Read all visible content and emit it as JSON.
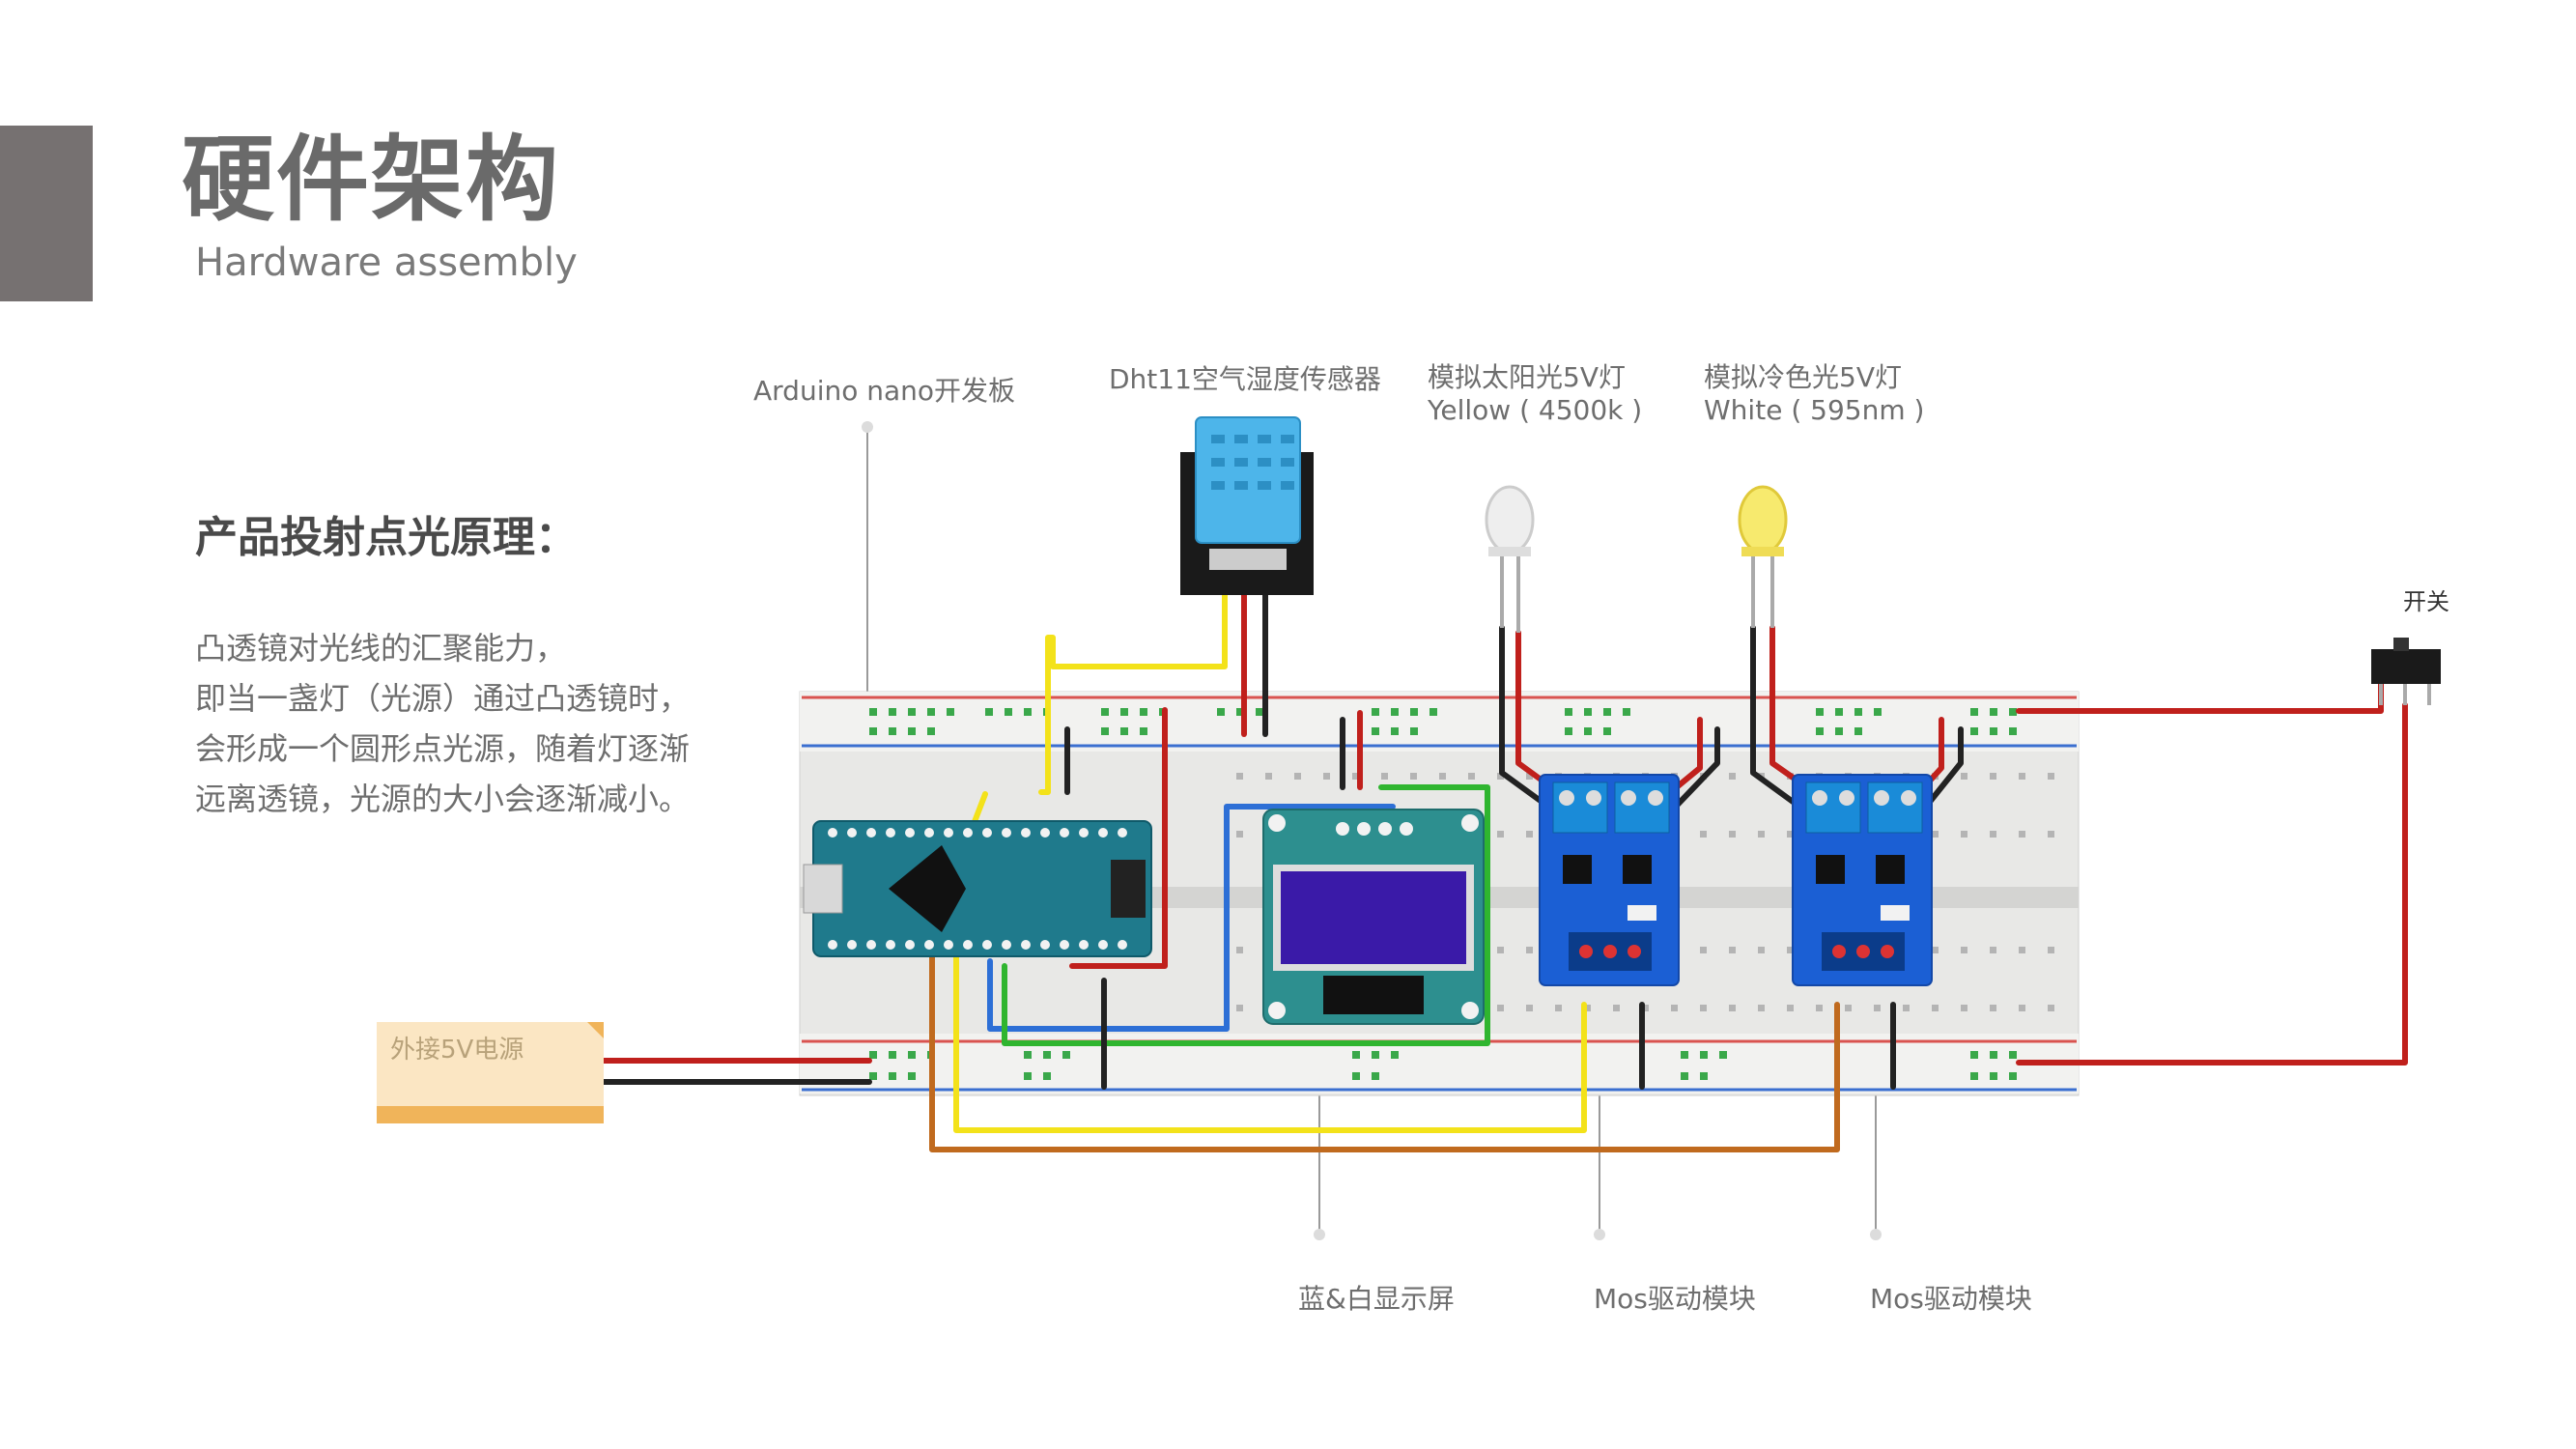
{
  "header": {
    "title": "硬件架构",
    "subtitle": "Hardware assembly"
  },
  "principle": {
    "heading": "产品投射点光原理：",
    "lines": [
      "凸透镜对光线的汇聚能力，",
      "即当一盏灯（光源）通过凸透镜时，",
      "会形成一个圆形点光源，随着灯逐渐",
      "远离透镜，光源的大小会逐渐减小。"
    ]
  },
  "labels": {
    "arduino": "Arduino nano开发板",
    "dht11": "Dht11空气湿度传感器",
    "lamp_yellow_1": "模拟太阳光5V灯",
    "lamp_yellow_2": "Yellow ( 4500k )",
    "lamp_white_1": "模拟冷色光5V灯",
    "lamp_white_2": "White ( 595nm )",
    "switch": "开关",
    "power": "外接5V电源",
    "display": "蓝&白显示屏",
    "mos1": "Mos驱动模块",
    "mos2": "Mos驱动模块"
  },
  "colors": {
    "wire_red": "#c0201c",
    "wire_black": "#222222",
    "wire_yellow": "#f3e21a",
    "wire_green": "#2fb52f",
    "wire_blue": "#2d6fd6",
    "wire_orange": "#c06a1e",
    "module_blue": "#1b5fd4",
    "oled_screen": "#3a1aa8"
  }
}
